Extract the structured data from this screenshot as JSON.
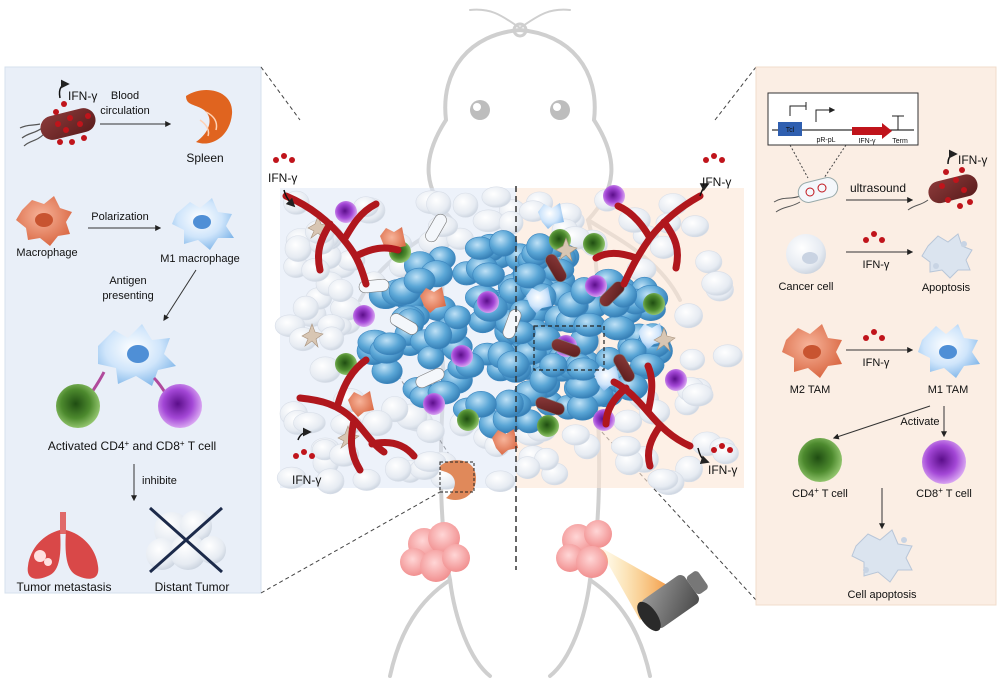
{
  "left_panel": {
    "ifng_top": "IFN-γ",
    "blood_circulation_1": "Blood",
    "blood_circulation_2": "circulation",
    "spleen": "Spleen",
    "macrophage": "Macrophage",
    "polarization": "Polarization",
    "m1_macrophage": "M1 macrophage",
    "antigen_1": "Antigen",
    "antigen_2": "presenting",
    "activated_t_cell_pre": "Activated CD4",
    "activated_t_cell_mid": " and CD8",
    "activated_t_cell_post": " T cell",
    "sup_plus": "+",
    "inhibite": "inhibite",
    "tumor_metastasis": "Tumor metastasis",
    "distant_tumor": "Distant Tumor"
  },
  "center": {
    "ifng_top_left": "IFN-γ",
    "ifng_bottom_left": "IFN-γ",
    "ifng_top_right": "IFN-γ",
    "ifng_bottom_right": "IFN-γ"
  },
  "right_panel": {
    "circuit": {
      "tcl": "Tcl",
      "promoter": "pR-pL",
      "gene": "IFN-γ",
      "term": "Term"
    },
    "ultrasound": "ultrasound",
    "ifng_bacterium": "IFN-γ",
    "cancer_cell": "Cancer cell",
    "ifng_arrow_1": "IFN-γ",
    "apoptosis": "Apoptosis",
    "m2_tam": "M2 TAM",
    "ifng_arrow_2": "IFN-γ",
    "m1_tam": "M1 TAM",
    "activate": "Activate",
    "cd4_pre": "CD4",
    "cd4_post": " T cell",
    "cd8_pre": "CD8",
    "cd8_post": " T cell",
    "sup_plus": "+",
    "cell_apoptosis": "Cell apoptosis"
  },
  "colors": {
    "left_panel_bg": "#e9eff8",
    "right_panel_bg": "#fbeee4",
    "vessel_red": "#b0171d",
    "tumor_blue": "#5aa6d6",
    "ifn_dot": "#c0141b",
    "cd4_green": "#5a9a3c",
    "cd8_purple": "#a347d6",
    "macrophage_orange": "#e07a5a",
    "mouse_outline": "#c9c9c9"
  }
}
